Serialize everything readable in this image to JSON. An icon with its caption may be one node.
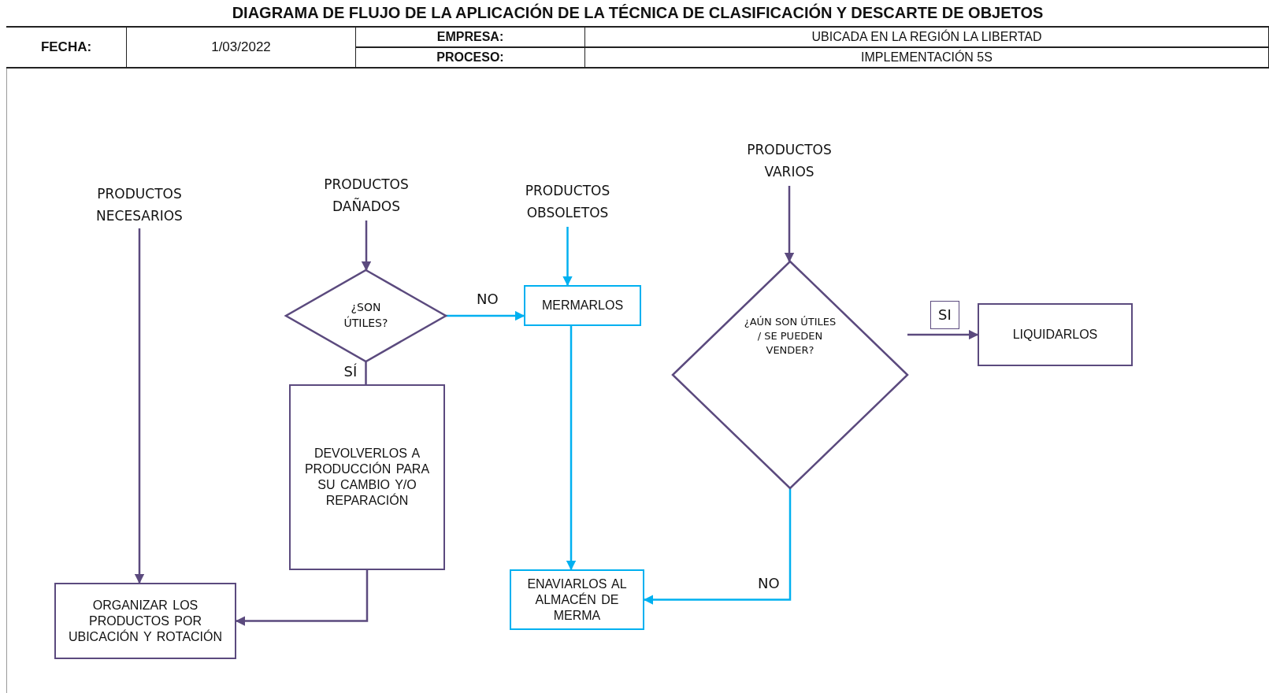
{
  "diagram": {
    "title": "DIAGRAMA DE FLUJO DE LA APLICACIÓN DE LA TÉCNICA DE CLASIFICACIÓN Y DESCARTE DE OBJETOS",
    "nodes": [
      {
        "text": [
          "PRODUCTOS NECESARIOS"
        ]
      },
      {
        "text": [
          "PRODUCTOS DAÑADOS"
        ]
      },
      {
        "text": [
          "PRODUCTOS OBSOLETOS"
        ]
      },
      {
        "text": [
          "PRODUCTOS VARIOS"
        ]
      },
      {
        "text": [
          "¿SON ÚTILES?"
        ]
      },
      {
        "text": [
          "MERMARLOS"
        ]
      },
      {
        "text": [
          "¿AÚN SON ÚTILES / SE PUEDEN VENDER?"
        ]
      },
      {
        "text": [
          "LIQUIDARLOS"
        ]
      },
      {
        "text": [
          "DEVOLVERLOS A PRODUCCIÓN PARA SU CAMBIO Y/O REPARACIÓN"
        ]
      },
      {
        "text": [
          "ORGANIZAR LOS PRODUCTOS POR UBICACIÓN Y ROTACIÓN"
        ]
      },
      {
        "text": [
          "ENAVIARLOS AL ALMACÉN DE MERMA"
        ]
      }
    ],
    "edges": [
      {
        "from": 0,
        "to": 9,
        "arrow": "to"
      },
      {
        "from": 1,
        "to": 4,
        "arrow": "to"
      },
      {
        "from": 4,
        "to": 5,
        "arrow": "to",
        "label": "NO",
        "color": "#00b0f0"
      },
      {
        "from": 4,
        "to": 8,
        "arrow": "none",
        "label": "SÍ"
      },
      {
        "from": 2,
        "to": 5,
        "arrow": "to",
        "color": "#00b0f0"
      },
      {
        "from": 5,
        "to": 10,
        "arrow": "to",
        "color": "#00b0f0"
      },
      {
        "from": 3,
        "to": 6,
        "arrow": "to"
      },
      {
        "from": 6,
        "to": 10,
        "arrow": "to",
        "label": "NO",
        "color": "#00b0f0"
      },
      {
        "from": null,
        "to": 7,
        "arrow": "to",
        "label": "SI"
      },
      {
        "from": 8,
        "to": 9,
        "arrow": "to"
      }
    ],
    "labels": [
      "FECHA:",
      "1/03/2022",
      "EMPRESA:",
      "UBICADA EN LA REGIÓN LA LIBERTAD",
      "PROCESO:",
      "IMPLEMENTACIÓN 5S"
    ]
  }
}
